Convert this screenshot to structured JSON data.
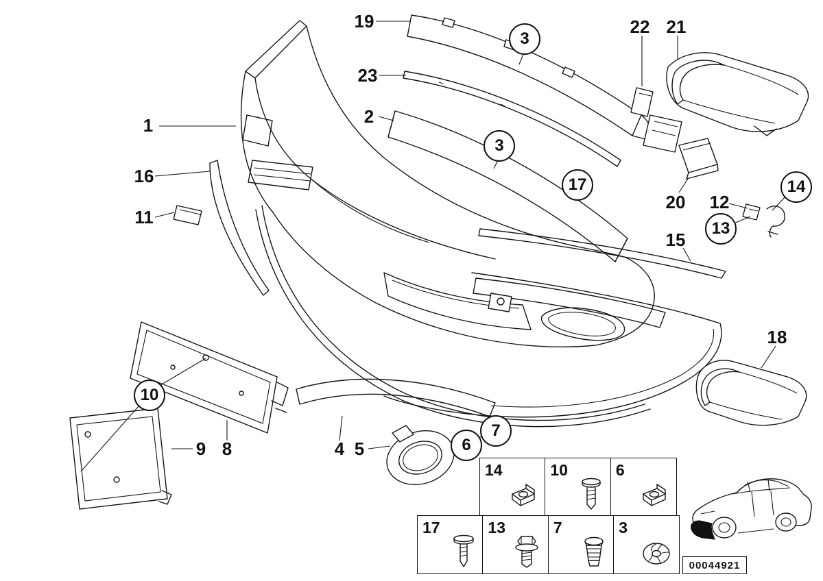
{
  "diagram": {
    "number": "00044921",
    "labels": [
      {
        "text": "19"
      },
      {
        "text": "3"
      },
      {
        "text": "23"
      },
      {
        "text": "2"
      },
      {
        "text": "22"
      },
      {
        "text": "21"
      },
      {
        "text": "1"
      },
      {
        "text": "3"
      },
      {
        "text": "17"
      },
      {
        "text": "16"
      },
      {
        "text": "11"
      },
      {
        "text": "20"
      },
      {
        "text": "12"
      },
      {
        "text": "13"
      },
      {
        "text": "14"
      },
      {
        "text": "15"
      },
      {
        "text": "18"
      },
      {
        "text": "10"
      },
      {
        "text": "9"
      },
      {
        "text": "8"
      },
      {
        "text": "4"
      },
      {
        "text": "5"
      },
      {
        "text": "6"
      },
      {
        "text": "7"
      }
    ]
  },
  "fastener_table": {
    "rows": [
      {
        "cells": [
          {
            "number": "14",
            "icon": "sheet-metal-nut-icon"
          },
          {
            "number": "10",
            "icon": "expanding-rivet-icon"
          },
          {
            "number": "6",
            "icon": "sheet-metal-nut-icon"
          }
        ]
      },
      {
        "cells": [
          {
            "number": "17",
            "icon": "expanding-rivet-icon"
          },
          {
            "number": "13",
            "icon": "hex-screw-icon"
          },
          {
            "number": "7",
            "icon": "plastic-nut-icon"
          },
          {
            "number": "3",
            "icon": "round-clip-icon"
          }
        ]
      }
    ]
  }
}
